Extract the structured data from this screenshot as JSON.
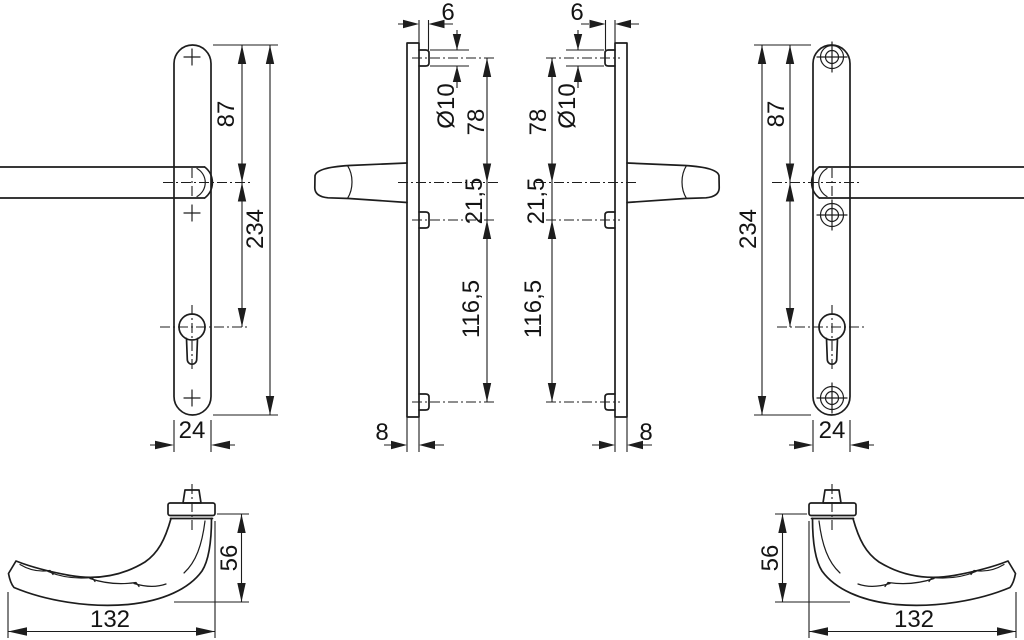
{
  "page": {
    "background": "#ffffff",
    "line_color": "#1d1d1d"
  },
  "views": {
    "front_left": {
      "name": "front view handle pointing left",
      "dims": {
        "top_to_handle": "87",
        "total_height": "234",
        "plate_width": "24"
      }
    },
    "side_left": {
      "name": "side profile handle pointing left",
      "dims": {
        "lug_projection": "6",
        "lug_diameter": "Ø10",
        "lug_to_handle": "78",
        "handle_to_lug": "21,5",
        "lug_to_lug": "116,5",
        "plate_thickness": "8"
      }
    },
    "side_right": {
      "name": "side profile handle pointing right",
      "dims": {
        "lug_projection": "6",
        "lug_diameter": "Ø10",
        "lug_to_handle": "78",
        "handle_to_lug": "21,5",
        "lug_to_lug": "116,5",
        "plate_thickness": "8"
      }
    },
    "front_right": {
      "name": "front view handle pointing right",
      "dims": {
        "top_to_handle": "87",
        "total_height": "234",
        "plate_width": "24"
      }
    },
    "top_left": {
      "name": "top view of left lever",
      "dims": {
        "length": "132",
        "projection": "56"
      }
    },
    "top_right": {
      "name": "top view of right lever",
      "dims": {
        "length": "132",
        "projection": "56"
      }
    }
  }
}
